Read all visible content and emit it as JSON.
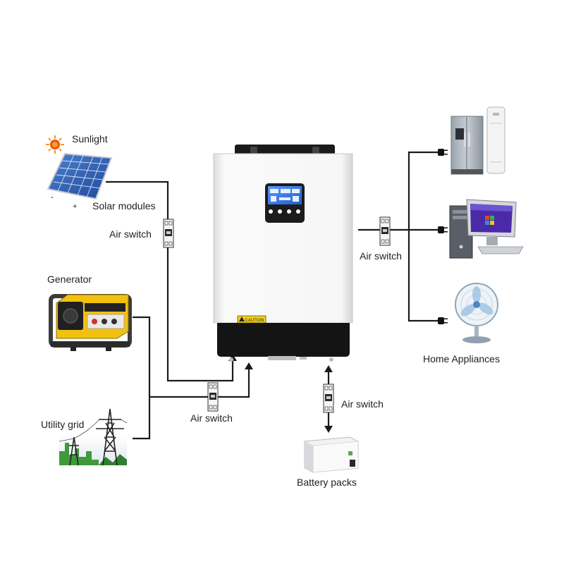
{
  "labels": {
    "sunlight": "Sunlight",
    "solar_modules": "Solar modules",
    "solar_minus": "-",
    "solar_plus": "+",
    "generator": "Generator",
    "utility_grid": "Utility grid",
    "air_switch_solar": "Air switch",
    "air_switch_generator": "Air switch",
    "air_switch_loads": "Air switch",
    "air_switch_battery": "Air switch",
    "home_appliances": "Home Appliances",
    "battery_packs": "Battery packs"
  },
  "inverter": {
    "warning_label": "CAUTION"
  },
  "colors": {
    "wire": "#1a1a1a",
    "inverter_body": "#f4f4f4",
    "inverter_base": "#141414",
    "screen": "#3a78d8",
    "generator_yellow": "#f2c10f",
    "grid_green": "#3f9a3a",
    "panel_blue": "#2f5fb3",
    "sun": "#f29a1a"
  },
  "icons": {
    "sun": "sun-icon",
    "solar_panel": "solar-panel-icon",
    "generator": "generator-icon",
    "pylon": "power-pylon-icon",
    "inverter": "inverter-icon",
    "fridge": "refrigerator-icon",
    "tower_fan": "tower-fan-icon",
    "computer": "desktop-computer-icon",
    "fan": "electric-fan-icon",
    "battery": "battery-pack-icon",
    "breaker": "circuit-breaker-icon",
    "plug": "plug-icon"
  }
}
